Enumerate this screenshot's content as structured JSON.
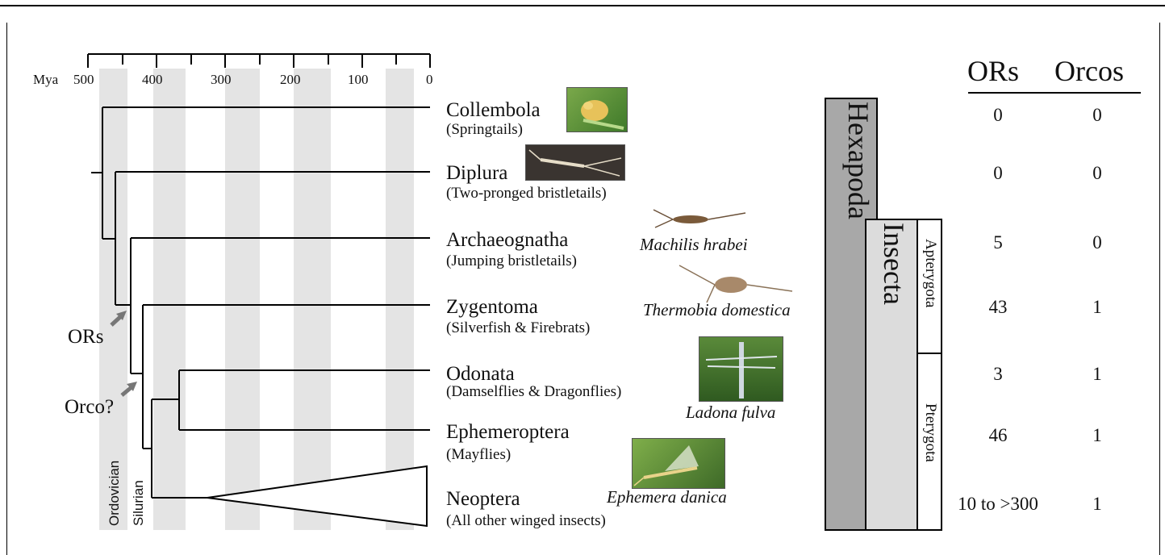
{
  "axis": {
    "unit_label": "Mya",
    "ticks": [
      "500",
      "400",
      "300",
      "200",
      "100",
      "0"
    ]
  },
  "periods": {
    "ordovician": "Ordovician",
    "silurian": "Silurian"
  },
  "events": {
    "ors": "ORs",
    "orco": "Orco?"
  },
  "taxa": [
    {
      "name": "Collembola",
      "common": "(Springtails)"
    },
    {
      "name": "Diplura",
      "common": "(Two-pronged bristletails)"
    },
    {
      "name": "Archaeognatha",
      "common": "(Jumping bristletails)"
    },
    {
      "name": "Zygentoma",
      "common": "(Silverfish & Firebrats)"
    },
    {
      "name": "Odonata",
      "common": "(Damselflies & Dragonflies)"
    },
    {
      "name": "Ephemeroptera",
      "common": "(Mayflies)"
    },
    {
      "name": "Neoptera",
      "common": "(All other winged insects)"
    }
  ],
  "species": {
    "machilis": "Machilis hrabei",
    "thermobia": "Thermobia domestica",
    "ladona": "Ladona fulva",
    "ephemera": "Ephemera danica"
  },
  "clades": {
    "hexapoda": "Hexapoda",
    "insecta": "Insecta",
    "apterygota": "Apterygota",
    "pterygota": "Pterygota"
  },
  "table": {
    "headers": [
      "ORs",
      "Orcos"
    ],
    "rows": [
      [
        "0",
        "0"
      ],
      [
        "0",
        "0"
      ],
      [
        "5",
        "0"
      ],
      [
        "43",
        "1"
      ],
      [
        "3",
        "1"
      ],
      [
        "46",
        "1"
      ],
      [
        "10 to >300",
        "1"
      ]
    ]
  },
  "colors": {
    "period_band": "#e4e4e4",
    "hexapoda": "#a8a8a8",
    "insecta": "#dcdcdc",
    "arrow": "#777777"
  }
}
